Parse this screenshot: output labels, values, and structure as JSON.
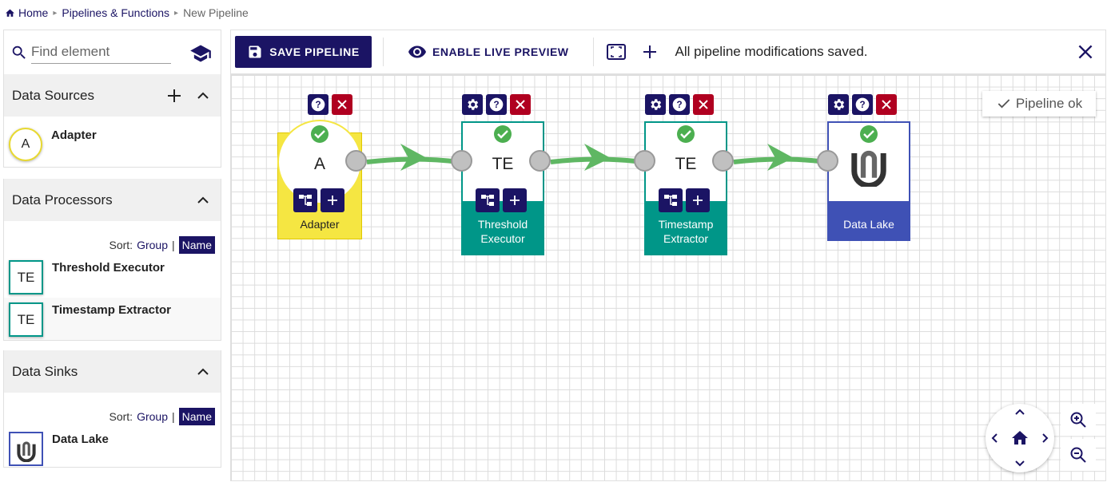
{
  "breadcrumb": {
    "home": "Home",
    "pipelines": "Pipelines & Functions",
    "current": "New Pipeline"
  },
  "sidebar": {
    "search_placeholder": "Find element",
    "sources": {
      "title": "Data Sources",
      "items": [
        {
          "abbr": "A",
          "label": "Adapter"
        }
      ]
    },
    "processors": {
      "title": "Data Processors",
      "sort_label": "Sort:",
      "sort_group": "Group",
      "sort_sep": "|",
      "sort_name": "Name",
      "items": [
        {
          "abbr": "TE",
          "label": "Threshold Executor"
        },
        {
          "abbr": "TE",
          "label": "Timestamp Extractor"
        }
      ]
    },
    "sinks": {
      "title": "Data Sinks",
      "sort_label": "Sort:",
      "sort_group": "Group",
      "sort_sep": "|",
      "sort_name": "Name",
      "items": [
        {
          "label": "Data Lake"
        }
      ]
    }
  },
  "toolbar": {
    "save_label": "SAVE PIPELINE",
    "preview_label": "ENABLE LIVE PREVIEW",
    "status": "All pipeline modifications saved."
  },
  "canvas": {
    "pipeline_status": "Pipeline ok",
    "nodes": [
      {
        "abbr": "A",
        "label": "Adapter",
        "kind": "source"
      },
      {
        "abbr": "TE",
        "label_line1": "Threshold",
        "label_line2": "Executor",
        "kind": "processor"
      },
      {
        "abbr": "TE",
        "label_line1": "Timestamp",
        "label_line2": "Extractor",
        "kind": "processor"
      },
      {
        "label": "Data Lake",
        "kind": "sink"
      }
    ]
  },
  "colors": {
    "primary": "#1b1464",
    "source": "#f5e642",
    "processor": "#009688",
    "sink": "#3f51b5",
    "connector": "#5fb763",
    "ok": "#4caf50",
    "delete": "#b00020"
  }
}
